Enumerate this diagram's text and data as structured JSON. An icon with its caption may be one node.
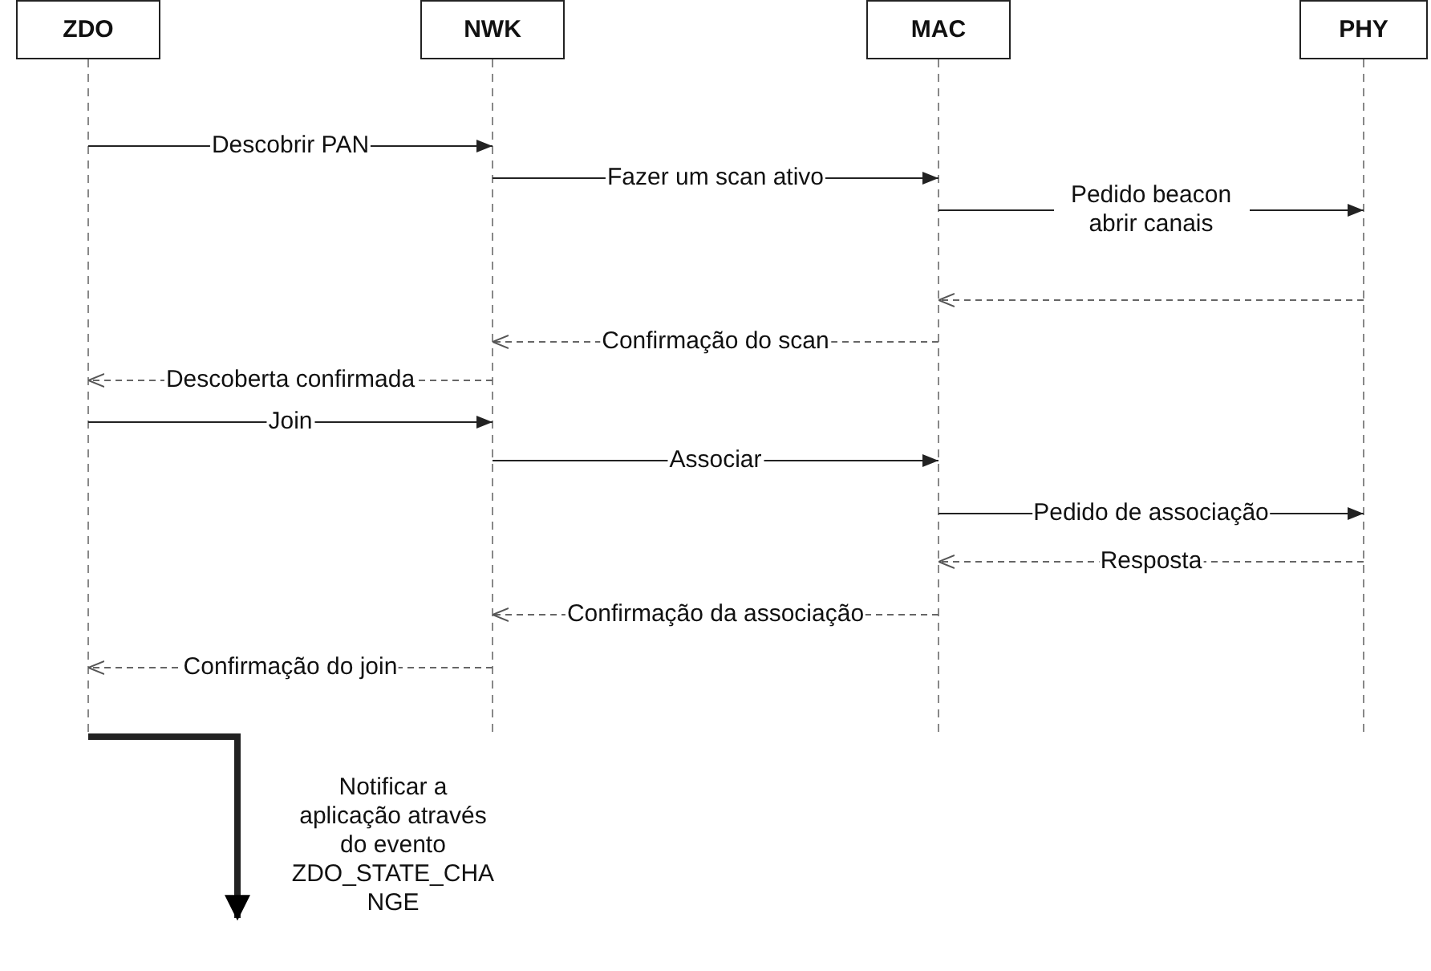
{
  "diagram": {
    "nodes": [
      {
        "text": [
          "ZDO"
        ]
      },
      {
        "text": [
          "NWK"
        ]
      },
      {
        "text": [
          "MAC"
        ]
      },
      {
        "text": [
          "PHY"
        ]
      }
    ],
    "edges": [
      {
        "from": 0,
        "to": 1,
        "arrow": "to",
        "label": "Descobrir PAN"
      },
      {
        "from": 1,
        "to": 2,
        "arrow": "to",
        "label": "Fazer um scan ativo"
      },
      {
        "from": 2,
        "to": 3,
        "arrow": "to",
        "label": "Pedido beacon abrir canais"
      },
      {
        "from": 3,
        "to": 2,
        "arrow": "to",
        "style": "dashed"
      },
      {
        "from": 2,
        "to": 1,
        "arrow": "to",
        "style": "dashed",
        "label": "Confirmação do scan"
      },
      {
        "from": 1,
        "to": 0,
        "arrow": "to",
        "style": "dashed",
        "label": "Descoberta confirmada"
      },
      {
        "from": 0,
        "to": 1,
        "arrow": "to",
        "label": "Join"
      },
      {
        "from": 1,
        "to": 2,
        "arrow": "to",
        "label": "Associar"
      },
      {
        "from": 2,
        "to": 3,
        "arrow": "to",
        "label": "Pedido de associação"
      },
      {
        "from": 3,
        "to": 2,
        "arrow": "to",
        "style": "dashed",
        "label": "Resposta"
      },
      {
        "from": 2,
        "to": 1,
        "arrow": "to",
        "style": "dashed",
        "label": "Confirmação da associação"
      },
      {
        "from": 1,
        "to": 0,
        "arrow": "to",
        "style": "dashed",
        "label": "Confirmação do join"
      },
      {
        "from": 0,
        "to": null,
        "arrow": "to",
        "style": "thick",
        "label": "Notificar a aplicação através do evento ZDO_STATE_CHANGE"
      }
    ]
  }
}
